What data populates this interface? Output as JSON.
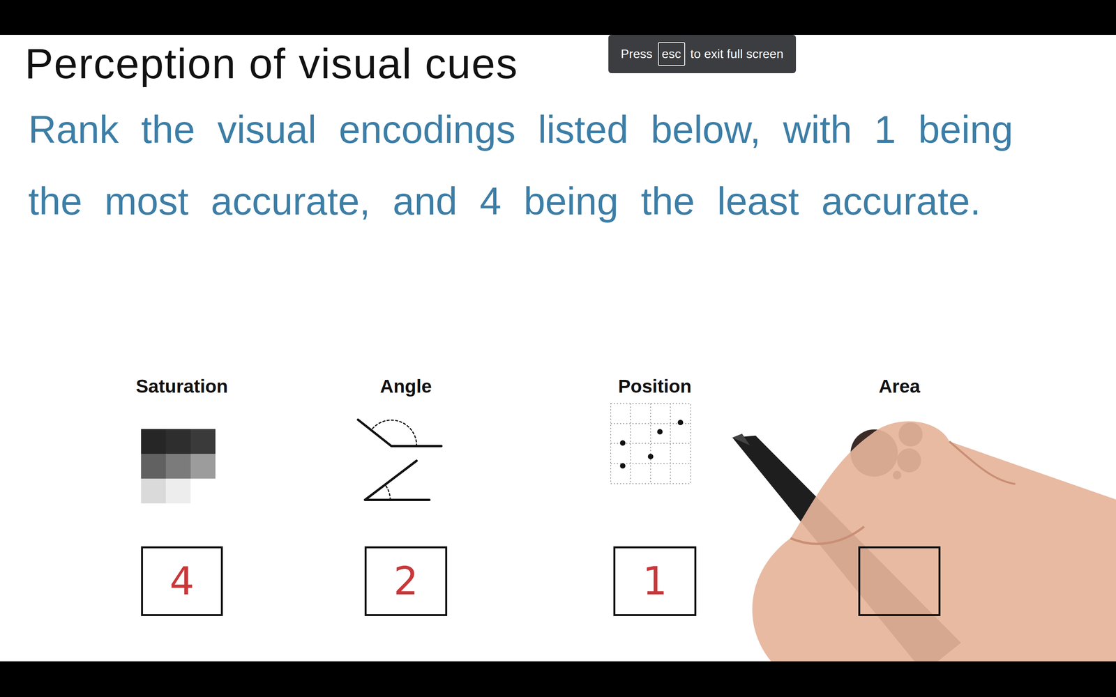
{
  "diagram": {
    "title": "Perception of visual cues",
    "nodes": [
      {
        "text": [
          "Saturation",
          "4"
        ]
      },
      {
        "text": [
          "Angle",
          "2"
        ]
      },
      {
        "text": [
          "Position",
          "1"
        ]
      },
      {
        "text": [
          "Area"
        ]
      }
    ],
    "labels": [
      "Rank the visual encodings listed below, with 1 being the most accurate, and 4 being the least accurate.",
      "Press",
      "esc",
      "to exit full screen"
    ]
  }
}
